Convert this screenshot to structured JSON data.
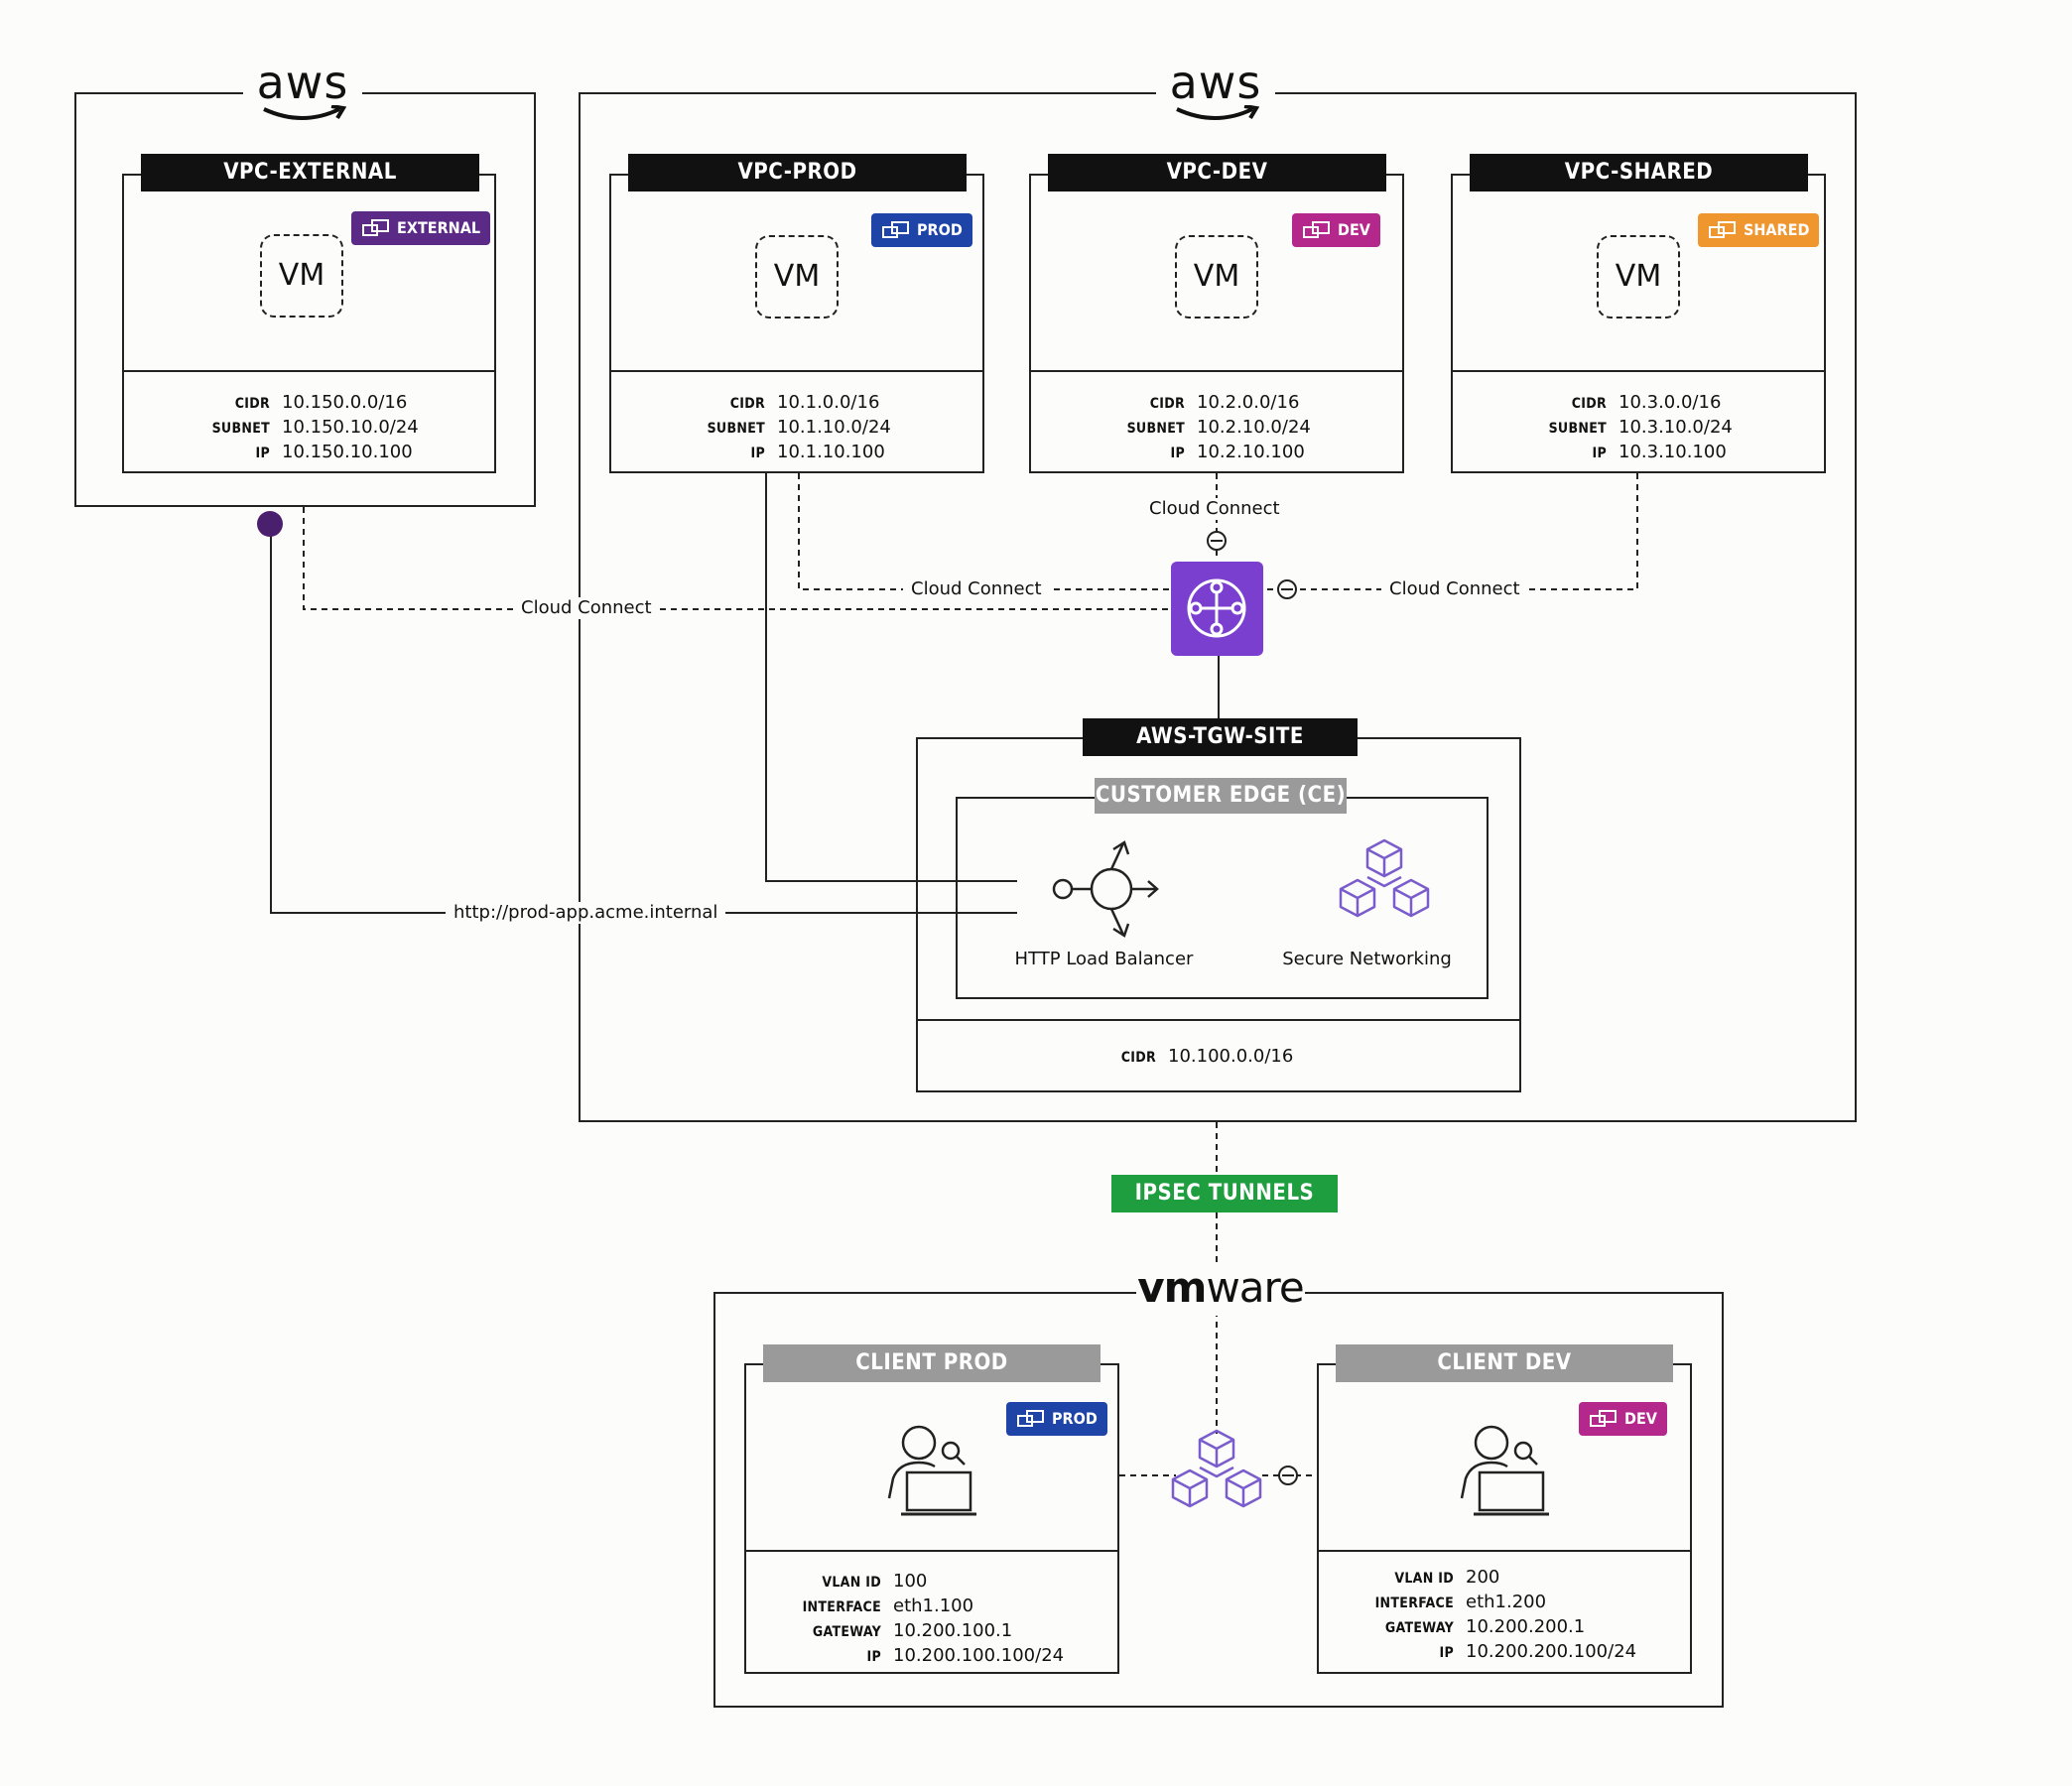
{
  "logos": {
    "aws_left": "aws",
    "aws_right": "aws",
    "vmware": {
      "bold": "vm",
      "thin": "ware"
    }
  },
  "vpcs": [
    {
      "title": "VPC-EXTERNAL",
      "badge": "EXTERNAL",
      "badge_color": "#5b2a86",
      "vm": "VM",
      "fields": [
        {
          "key": "CIDR",
          "value": "10.150.0.0/16"
        },
        {
          "key": "SUBNET",
          "value": "10.150.10.0/24"
        },
        {
          "key": "IP",
          "value": "10.150.10.100"
        }
      ]
    },
    {
      "title": "VPC-PROD",
      "badge": "PROD",
      "badge_color": "#1f44a8",
      "vm": "VM",
      "fields": [
        {
          "key": "CIDR",
          "value": "10.1.0.0/16"
        },
        {
          "key": "SUBNET",
          "value": "10.1.10.0/24"
        },
        {
          "key": "IP",
          "value": "10.1.10.100"
        }
      ]
    },
    {
      "title": "VPC-DEV",
      "badge": "DEV",
      "badge_color": "#b4288c",
      "vm": "VM",
      "fields": [
        {
          "key": "CIDR",
          "value": "10.2.0.0/16"
        },
        {
          "key": "SUBNET",
          "value": "10.2.10.0/24"
        },
        {
          "key": "IP",
          "value": "10.2.10.100"
        }
      ]
    },
    {
      "title": "VPC-SHARED",
      "badge": "SHARED",
      "badge_color": "#f0962e",
      "vm": "VM",
      "fields": [
        {
          "key": "CIDR",
          "value": "10.3.0.0/16"
        },
        {
          "key": "SUBNET",
          "value": "10.3.10.0/24"
        },
        {
          "key": "IP",
          "value": "10.3.10.100"
        }
      ]
    }
  ],
  "connections": {
    "cloud_connect_external": "Cloud Connect",
    "cloud_connect_prod": "Cloud Connect",
    "cloud_connect_dev": "Cloud Connect",
    "cloud_connect_shared": "Cloud Connect",
    "http_link": "http://prod-app.acme.internal"
  },
  "tgw_site": {
    "title": "AWS-TGW-SITE",
    "ce_title": "CUSTOMER EDGE (CE)",
    "load_balancer_label": "HTTP Load Balancer",
    "secure_networking_label": "Secure Networking",
    "cidr_key": "CIDR",
    "cidr_value": "10.100.0.0/16"
  },
  "ipsec": {
    "label": "IPSEC TUNNELS",
    "color": "#1e9e3e"
  },
  "clients": [
    {
      "title": "CLIENT PROD",
      "badge": "PROD",
      "badge_color": "#1f44a8",
      "fields": [
        {
          "key": "VLAN ID",
          "value": "100"
        },
        {
          "key": "INTERFACE",
          "value": "eth1.100"
        },
        {
          "key": "GATEWAY",
          "value": "10.200.100.1"
        },
        {
          "key": "IP",
          "value": "10.200.100.100/24"
        }
      ]
    },
    {
      "title": "CLIENT DEV",
      "badge": "DEV",
      "badge_color": "#b4288c",
      "fields": [
        {
          "key": "VLAN ID",
          "value": "200"
        },
        {
          "key": "INTERFACE",
          "value": "eth1.200"
        },
        {
          "key": "GATEWAY",
          "value": "10.200.200.1"
        },
        {
          "key": "IP",
          "value": "10.200.200.100/24"
        }
      ]
    }
  ],
  "colors": {
    "tgw_purple": "#7b3fd0",
    "endpoint_purple": "#4a1f6e",
    "icon_purple": "#7a5ccc"
  }
}
